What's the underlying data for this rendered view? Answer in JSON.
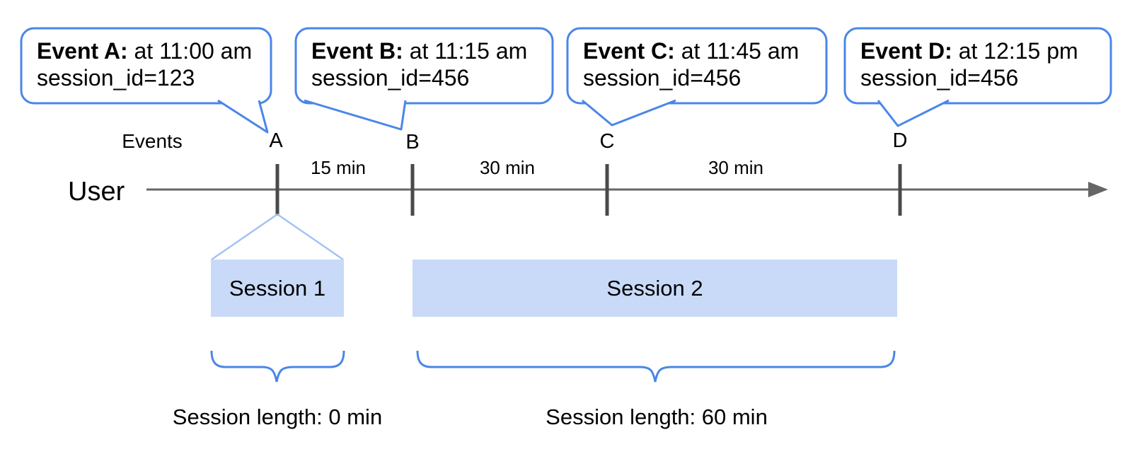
{
  "colors": {
    "accent": "#4a86e8",
    "bar-fill": "#c9daf8",
    "funnel": "#a4c2f4",
    "axis": "#666666",
    "tick": "#4a4a4a",
    "text": "#000000"
  },
  "bubbles": [
    {
      "title": "Event A:",
      "time": " at 11:00 am",
      "session": "session_id=123"
    },
    {
      "title": "Event B:",
      "time": " at 11:15 am",
      "session": "session_id=456"
    },
    {
      "title": "Event C:",
      "time": " at 11:45 am",
      "session": "session_id=456"
    },
    {
      "title": "Event D:",
      "time": " at 12:15 pm",
      "session": "session_id=456"
    }
  ],
  "timeline": {
    "axis_label": "User",
    "events_label": "Events",
    "event_markers": [
      "A",
      "B",
      "C",
      "D"
    ],
    "intervals": [
      "15 min",
      "30 min",
      "30 min"
    ]
  },
  "sessions": [
    {
      "label": "Session 1",
      "length": "Session length: 0 min"
    },
    {
      "label": "Session 2",
      "length": "Session length: 60 min"
    }
  ]
}
